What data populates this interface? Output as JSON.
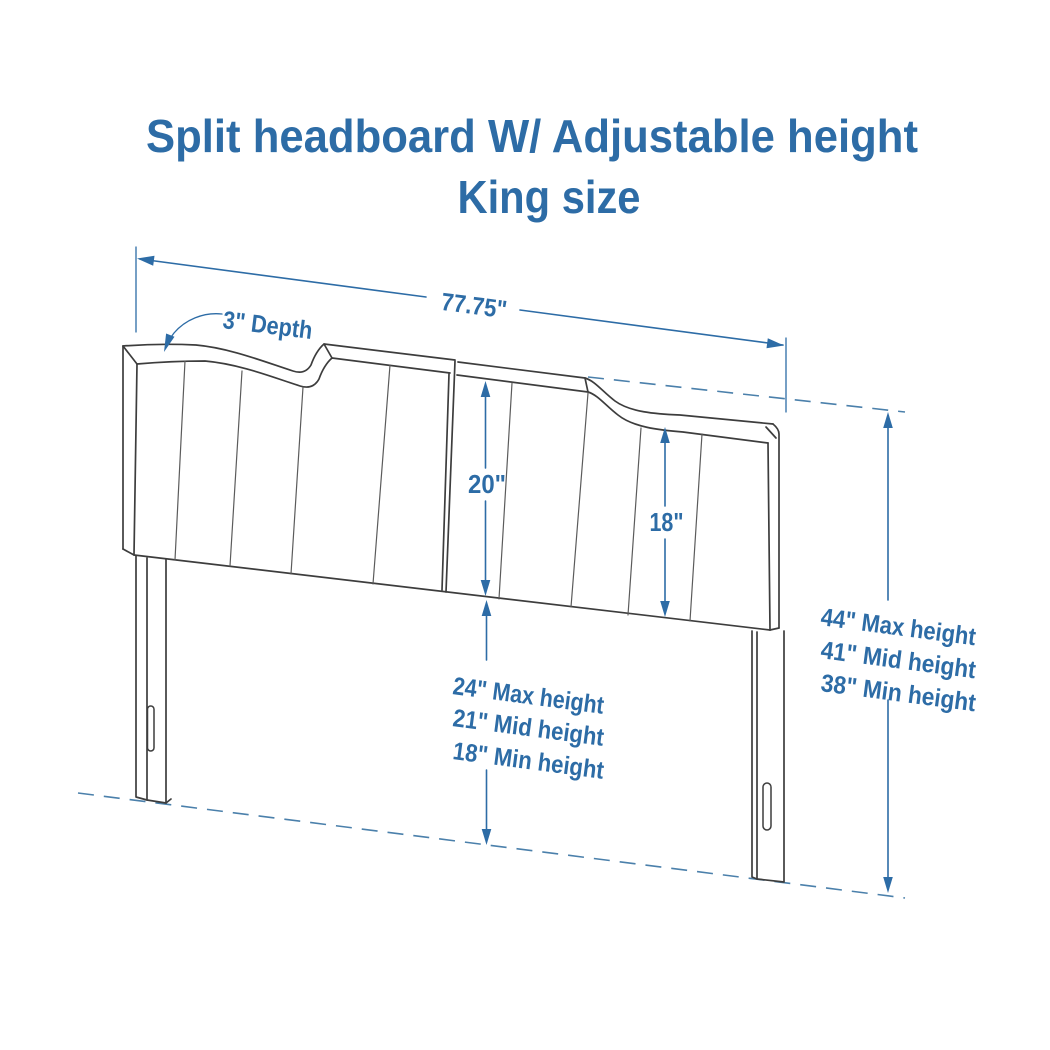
{
  "title": {
    "line1": "Split headboard W/ Adjustable height",
    "line2": "King size"
  },
  "annotations": {
    "overall_width": "77.75\"",
    "depth": "3\" Depth",
    "left_panel_height": "20\"",
    "right_panel_height": "18\"",
    "bottom_clearance_heights": [
      "24\" Max height",
      "21\" Mid height",
      "18\" Min height"
    ],
    "overall_heights": [
      "44\" Max height",
      "41\" Mid height",
      "38\" Min height"
    ]
  },
  "colors": {
    "annotation_blue": "#2d6ca6",
    "dash_blue": "#4b80ab",
    "drawing_line": "#3d3d3d",
    "seam_line": "#5b5b5b",
    "background": "#ffffff"
  }
}
